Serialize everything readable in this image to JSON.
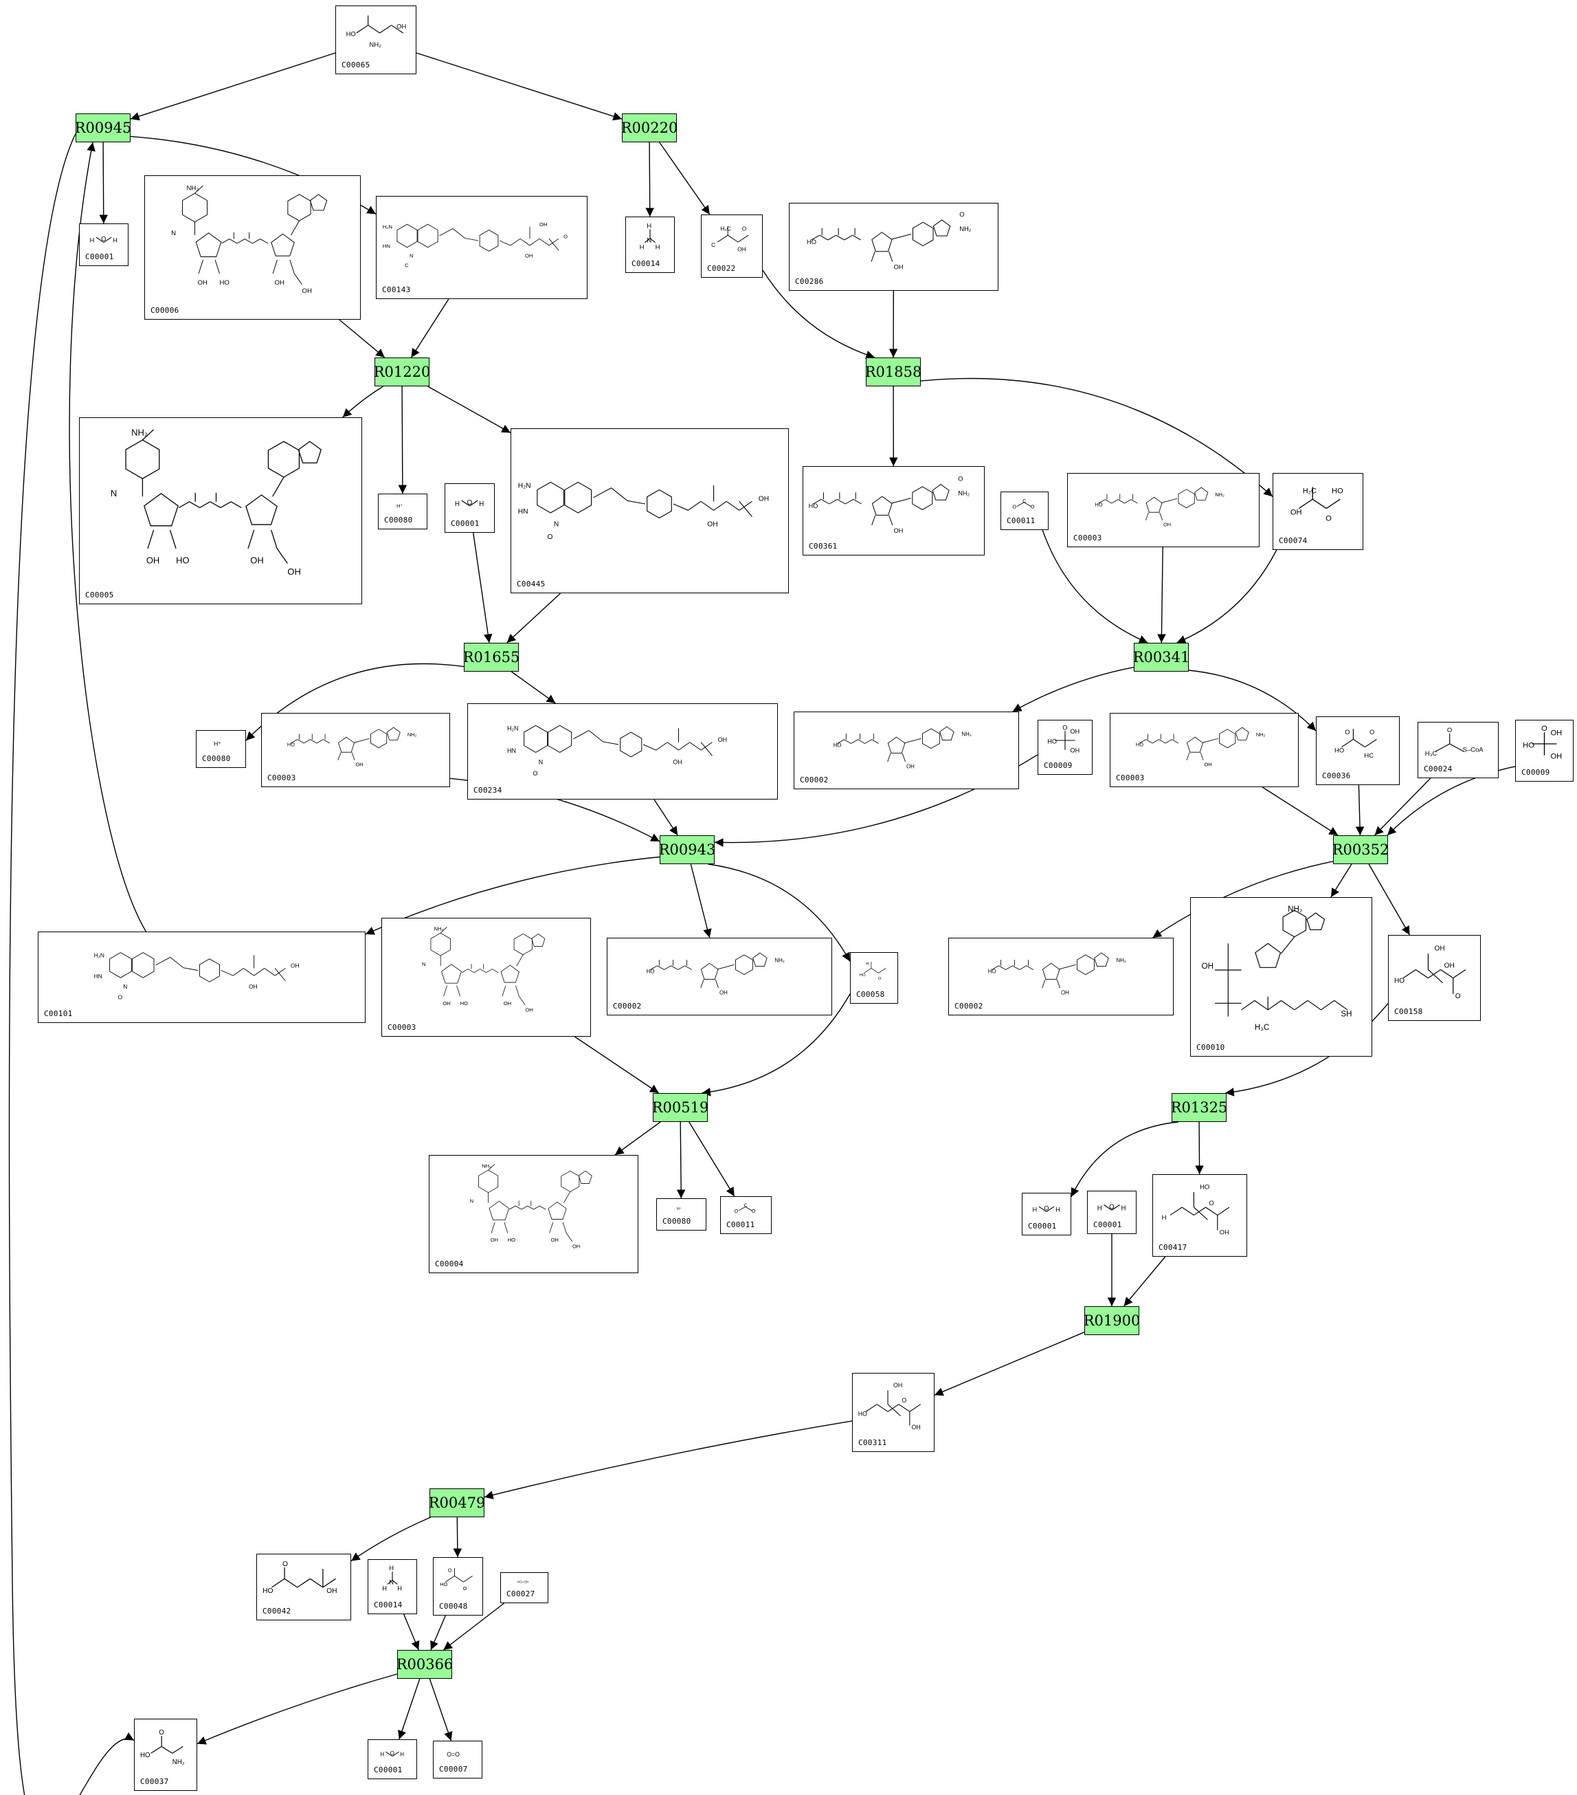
{
  "colors": {
    "reaction_fill": "#98fb98",
    "stroke": "#000000",
    "background": "#ffffff"
  },
  "reactions": [
    {
      "key": "R00945",
      "label": "R00945"
    },
    {
      "key": "R00220",
      "label": "R00220"
    },
    {
      "key": "R01220",
      "label": "R01220"
    },
    {
      "key": "R01858",
      "label": "R01858"
    },
    {
      "key": "R01655",
      "label": "R01655"
    },
    {
      "key": "R00341",
      "label": "R00341"
    },
    {
      "key": "R00943",
      "label": "R00943"
    },
    {
      "key": "R00352",
      "label": "R00352"
    },
    {
      "key": "R00519",
      "label": "R00519"
    },
    {
      "key": "R01325",
      "label": "R01325"
    },
    {
      "key": "R01900",
      "label": "R01900"
    },
    {
      "key": "R00479",
      "label": "R00479"
    },
    {
      "key": "R00366",
      "label": "R00366"
    }
  ],
  "compounds": [
    {
      "key": "C00065_top",
      "label": "C00065",
      "shape": "serine",
      "atoms": [
        "HO",
        "OH",
        "NH₂"
      ]
    },
    {
      "key": "C00001_a",
      "label": "C00001",
      "shape": "water",
      "atoms": [
        "H",
        "O",
        "H"
      ]
    },
    {
      "key": "C00006",
      "label": "C00006",
      "shape": "dinucleotide",
      "atoms": [
        "NH₂",
        "N",
        "OH",
        "HO",
        "OH",
        "OH"
      ]
    },
    {
      "key": "C00143",
      "label": "C00143",
      "shape": "folate",
      "atoms": [
        "H₂N",
        "N",
        "HN",
        "C",
        "O",
        "OH",
        "OH"
      ]
    },
    {
      "key": "C00014_a",
      "label": "C00014",
      "shape": "ammonia",
      "atoms": [
        "H",
        "N",
        "H",
        "H"
      ]
    },
    {
      "key": "C00022",
      "label": "C00022",
      "shape": "small",
      "atoms": [
        "C",
        "H₃C",
        "OH",
        "O"
      ]
    },
    {
      "key": "C00286",
      "label": "C00286",
      "shape": "nucleotide",
      "atoms": [
        "HO",
        "OH",
        "NH₂",
        "O"
      ]
    },
    {
      "key": "C00005",
      "label": "C00005",
      "shape": "dinucleotide",
      "atoms": [
        "NH₂",
        "N",
        "OH",
        "HO",
        "OH",
        "OH"
      ]
    },
    {
      "key": "C00080_a",
      "label": "C00080",
      "shape": "proton",
      "atoms": [
        "H⁺"
      ]
    },
    {
      "key": "C00001_b",
      "label": "C00001",
      "shape": "water",
      "atoms": [
        "H",
        "O",
        "H"
      ]
    },
    {
      "key": "C00445",
      "label": "C00445",
      "shape": "folate",
      "atoms": [
        "H₂N",
        "N",
        "HN",
        "O",
        "OH",
        "OH"
      ]
    },
    {
      "key": "C00361",
      "label": "C00361",
      "shape": "nucleotide",
      "atoms": [
        "HO",
        "OH",
        "NH₂",
        "O"
      ]
    },
    {
      "key": "C00011_a",
      "label": "C00011",
      "shape": "co2",
      "atoms": [
        "O",
        "C",
        "O"
      ]
    },
    {
      "key": "C00003_a",
      "label": "C00003",
      "shape": "nucleotide",
      "atoms": [
        "HO",
        "OH",
        "NH₂"
      ]
    },
    {
      "key": "C00074",
      "label": "C00074",
      "shape": "small",
      "atoms": [
        "OH",
        "H₂C",
        "O",
        "HO"
      ]
    },
    {
      "key": "C00080_b",
      "label": "C00080",
      "shape": "proton",
      "atoms": [
        "H⁺"
      ]
    },
    {
      "key": "C00003_b",
      "label": "C00003",
      "shape": "nucleotide",
      "atoms": [
        "HO",
        "OH",
        "NH₂"
      ]
    },
    {
      "key": "C00234",
      "label": "C00234",
      "shape": "folate",
      "atoms": [
        "H₂N",
        "N",
        "HN",
        "O",
        "OH",
        "OH"
      ]
    },
    {
      "key": "C00002_a",
      "label": "C00002",
      "shape": "nucleotide",
      "atoms": [
        "HO",
        "OH",
        "NH₂"
      ]
    },
    {
      "key": "C00009_a",
      "label": "C00009",
      "shape": "phosphate",
      "atoms": [
        "HO",
        "OH",
        "OH",
        "O"
      ]
    },
    {
      "key": "C00003_c",
      "label": "C00003",
      "shape": "nucleotide",
      "atoms": [
        "HO",
        "OH",
        "NH₂"
      ]
    },
    {
      "key": "C00036",
      "label": "C00036",
      "shape": "small",
      "atoms": [
        "HO",
        "O",
        "HC",
        "O"
      ]
    },
    {
      "key": "C00024",
      "label": "C00024",
      "shape": "acetylcoa",
      "atoms": [
        "H₃C",
        "S–CoA",
        "O"
      ]
    },
    {
      "key": "C00009_b",
      "label": "C00009",
      "shape": "phosphate",
      "atoms": [
        "HO",
        "OH",
        "OH",
        "O"
      ]
    },
    {
      "key": "C00101",
      "label": "C00101",
      "shape": "folate",
      "atoms": [
        "H₂N",
        "N",
        "HN",
        "O",
        "OH",
        "OH"
      ]
    },
    {
      "key": "C00003_d",
      "label": "C00003",
      "shape": "dinucleotide",
      "atoms": [
        "NH₂",
        "N",
        "OH",
        "HO",
        "OH",
        "OH"
      ]
    },
    {
      "key": "C00002_b",
      "label": "C00002",
      "shape": "nucleotide",
      "atoms": [
        "HO",
        "OH",
        "NH₂"
      ]
    },
    {
      "key": "C00058",
      "label": "C00058",
      "shape": "small",
      "atoms": [
        "HO",
        "H",
        "O"
      ]
    },
    {
      "key": "C00002_c",
      "label": "C00002",
      "shape": "nucleotide",
      "atoms": [
        "HO",
        "OH",
        "NH₂"
      ]
    },
    {
      "key": "C00010",
      "label": "C00010",
      "shape": "coa",
      "atoms": [
        "NH₂",
        "OH",
        "SH",
        "H₃C"
      ]
    },
    {
      "key": "C00158",
      "label": "C00158",
      "shape": "citrate",
      "atoms": [
        "HO",
        "OH",
        "O",
        "OH"
      ]
    },
    {
      "key": "C00004",
      "label": "C00004",
      "shape": "dinucleotide",
      "atoms": [
        "NH₂",
        "N",
        "OH",
        "HO",
        "OH",
        "OH"
      ]
    },
    {
      "key": "C00080_c",
      "label": "C00080",
      "shape": "proton",
      "atoms": [
        "H⁺"
      ]
    },
    {
      "key": "C00011_b",
      "label": "C00011",
      "shape": "co2",
      "atoms": [
        "O",
        "C",
        "O"
      ]
    },
    {
      "key": "C00001_c",
      "label": "C00001",
      "shape": "water",
      "atoms": [
        "H",
        "O",
        "H"
      ]
    },
    {
      "key": "C00001_d",
      "label": "C00001",
      "shape": "water",
      "atoms": [
        "H",
        "O",
        "H"
      ]
    },
    {
      "key": "C00417",
      "label": "C00417",
      "shape": "citrate",
      "atoms": [
        "H",
        "HO",
        "OH",
        "O"
      ]
    },
    {
      "key": "C00311",
      "label": "C00311",
      "shape": "citrate",
      "atoms": [
        "HO",
        "OH",
        "OH",
        "O"
      ]
    },
    {
      "key": "C00042",
      "label": "C00042",
      "shape": "succinate",
      "atoms": [
        "HO",
        "OH",
        "O"
      ]
    },
    {
      "key": "C00014_b",
      "label": "C00014",
      "shape": "ammonia",
      "atoms": [
        "H",
        "N",
        "H",
        "H"
      ]
    },
    {
      "key": "C00048",
      "label": "C00048",
      "shape": "small",
      "atoms": [
        "HO",
        "O",
        "O"
      ]
    },
    {
      "key": "C00027",
      "label": "C00027",
      "shape": "peroxide",
      "atoms": [
        "HO–OH"
      ]
    },
    {
      "key": "C00037",
      "label": "C00037",
      "shape": "glycine",
      "atoms": [
        "HO",
        "NH₂",
        "O"
      ]
    },
    {
      "key": "C00001_e",
      "label": "C00001",
      "shape": "water",
      "atoms": [
        "H",
        "O",
        "H"
      ]
    },
    {
      "key": "C00007",
      "label": "C00007",
      "shape": "oxygen",
      "atoms": [
        "O=O"
      ]
    }
  ],
  "edges": [
    [
      "C00065_top",
      "R00945"
    ],
    [
      "C00065_top",
      "R00220"
    ],
    [
      "R00945",
      "C00001_a"
    ],
    [
      "R00945",
      "C00143"
    ],
    [
      "R00220",
      "C00014_a"
    ],
    [
      "R00220",
      "C00022"
    ],
    [
      "C00006",
      "R01220"
    ],
    [
      "C00143",
      "R01220"
    ],
    [
      "R01220",
      "C00005"
    ],
    [
      "R01220",
      "C00080_a"
    ],
    [
      "R01220",
      "C00445"
    ],
    [
      "C00022",
      "R01858"
    ],
    [
      "C00286",
      "R01858"
    ],
    [
      "R01858",
      "C00361"
    ],
    [
      "R01858",
      "C00074"
    ],
    [
      "C00001_b",
      "R01655"
    ],
    [
      "C00445",
      "R01655"
    ],
    [
      "R01655",
      "C00080_b"
    ],
    [
      "R01655",
      "C00234"
    ],
    [
      "C00011_a",
      "R00341"
    ],
    [
      "C00003_a",
      "R00341"
    ],
    [
      "C00074",
      "R00341"
    ],
    [
      "R00341",
      "C00002_a"
    ],
    [
      "R00341",
      "C00036"
    ],
    [
      "C00003_b",
      "R00943"
    ],
    [
      "C00234",
      "R00943"
    ],
    [
      "C00009_a",
      "R00943"
    ],
    [
      "R00943",
      "C00101"
    ],
    [
      "R00943",
      "C00002_b"
    ],
    [
      "R00943",
      "C00058"
    ],
    [
      "C00101",
      "R00945"
    ],
    [
      "C00003_c",
      "R00352"
    ],
    [
      "C00036",
      "R00352"
    ],
    [
      "C00024",
      "R00352"
    ],
    [
      "C00009_b",
      "R00352"
    ],
    [
      "R00352",
      "C00002_c"
    ],
    [
      "R00352",
      "C00010"
    ],
    [
      "R00352",
      "C00158"
    ],
    [
      "C00003_d",
      "R00519"
    ],
    [
      "C00058",
      "R00519"
    ],
    [
      "R00519",
      "C00004"
    ],
    [
      "R00519",
      "C00080_c"
    ],
    [
      "R00519",
      "C00011_b"
    ],
    [
      "C00158",
      "R01325"
    ],
    [
      "R01325",
      "C00001_c"
    ],
    [
      "R01325",
      "C00417"
    ],
    [
      "C00001_d",
      "R01900"
    ],
    [
      "C00417",
      "R01900"
    ],
    [
      "R01900",
      "C00311"
    ],
    [
      "C00311",
      "R00479"
    ],
    [
      "R00479",
      "C00042"
    ],
    [
      "R00479",
      "C00048"
    ],
    [
      "C00014_b",
      "R00366"
    ],
    [
      "C00048",
      "R00366"
    ],
    [
      "C00027",
      "R00366"
    ],
    [
      "R00366",
      "C00037"
    ],
    [
      "R00366",
      "C00001_e"
    ],
    [
      "R00366",
      "C00007"
    ],
    [
      "R00945",
      "C00037"
    ]
  ]
}
